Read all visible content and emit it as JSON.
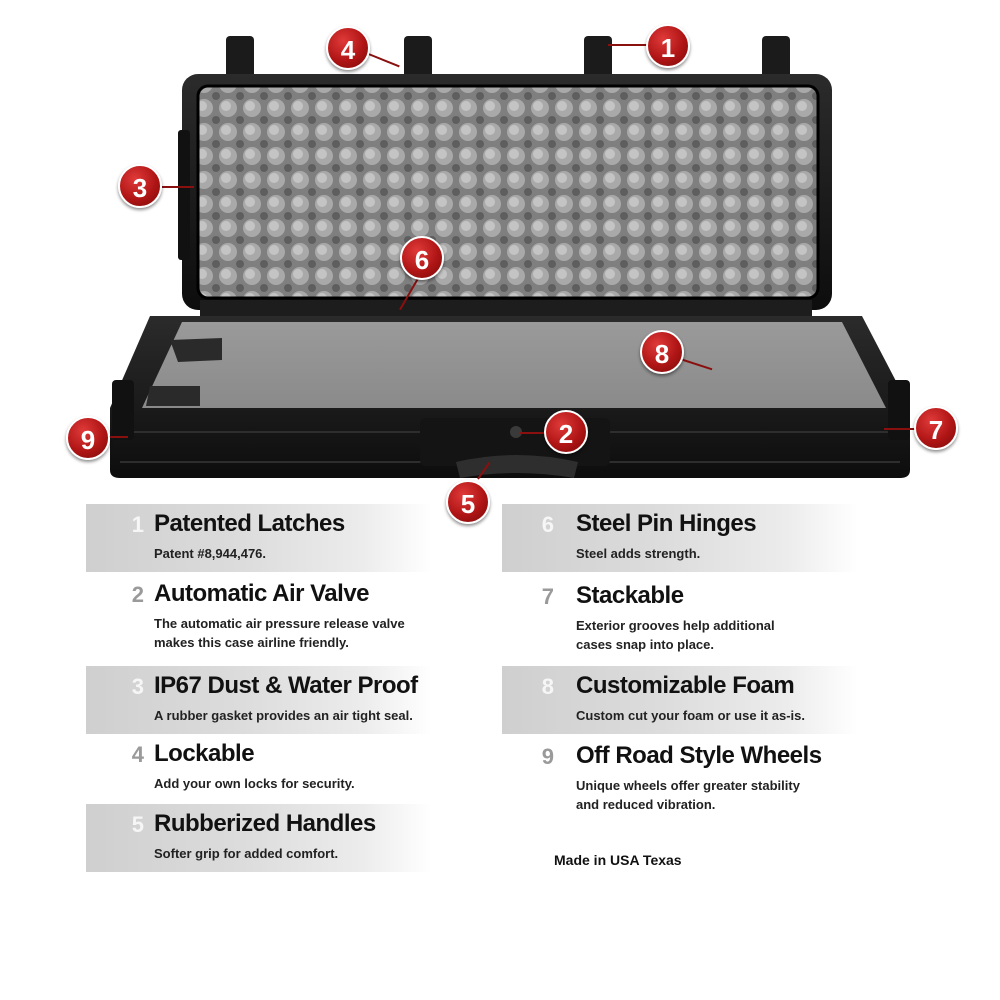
{
  "callouts": [
    "1",
    "2",
    "3",
    "4",
    "5",
    "6",
    "7",
    "8",
    "9"
  ],
  "features": [
    {
      "num": "1",
      "title": "Patented Latches",
      "desc": "Patent #8,944,476."
    },
    {
      "num": "2",
      "title": "Automatic Air Valve",
      "desc": "The automatic air pressure release valve makes this case airline friendly."
    },
    {
      "num": "3",
      "title": "IP67 Dust & Water Proof",
      "desc": "A rubber gasket provides an air tight seal."
    },
    {
      "num": "4",
      "title": "Lockable",
      "desc": "Add your own locks for security."
    },
    {
      "num": "5",
      "title": "Rubberized Handles",
      "desc": "Softer grip for added comfort."
    },
    {
      "num": "6",
      "title": "Steel Pin Hinges",
      "desc": "Steel adds strength."
    },
    {
      "num": "7",
      "title": "Stackable",
      "desc": "Exterior grooves help additional cases snap into place."
    },
    {
      "num": "8",
      "title": "Customizable Foam",
      "desc": "Custom cut your foam or use it as-is."
    },
    {
      "num": "9",
      "title": "Off Road Style Wheels",
      "desc": "Unique wheels offer greater stability and reduced vibration."
    }
  ],
  "made_in": "Made in USA Texas",
  "colors": {
    "callout": "#b01515",
    "case": "#1a1a1a",
    "foam": "#8f8f8f"
  }
}
